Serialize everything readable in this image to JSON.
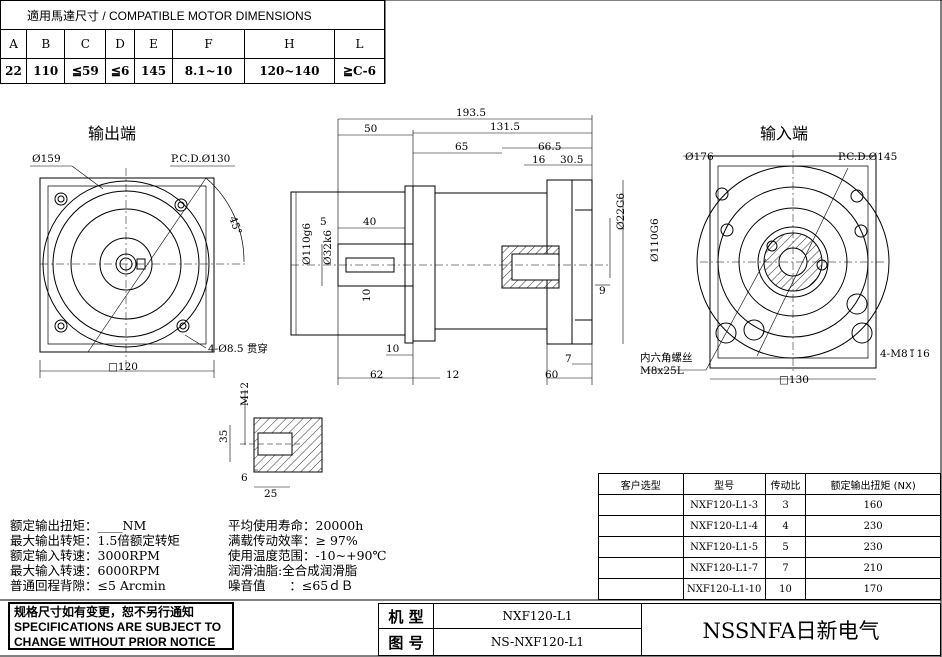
{
  "motor_table": {
    "title": "適用馬達尺寸 / COMPATIBLE MOTOR DIMENSIONS",
    "headers": [
      "A",
      "B",
      "C",
      "D",
      "E",
      "F",
      "H",
      "L"
    ],
    "values": [
      "22",
      "110",
      "≦59",
      "≦6",
      "145",
      "8.1~10",
      "120~140",
      "≧C-6"
    ]
  },
  "views": {
    "output_label": "输出端",
    "input_label": "输入端",
    "output_dims": {
      "phi159": "Ø159",
      "pcd130": "P.C.D.Ø130",
      "angle": "45°",
      "holes": "4-Ø8.5 贯穿",
      "square": "□120"
    },
    "side_dims": {
      "d193_5": "193.5",
      "d131_5": "131.5",
      "d50": "50",
      "d65": "65",
      "d66_5": "66.5",
      "d16": "16",
      "d30_5": "30.5",
      "d5": "5",
      "d40": "40",
      "d10a": "10",
      "d10b": "10",
      "d62": "62",
      "d12": "12",
      "d60": "60",
      "d7": "7",
      "d9": "9",
      "phi110": "Ø110g6",
      "phi32": "Ø32k6",
      "phi22": "Ø22G6",
      "phi110b": "Ø110G6"
    },
    "input_dims": {
      "phi176": "Ø176",
      "pcd145": "P.C.D.Ø145",
      "bolt": "内六角螺丝",
      "bolt_size": "M8x25L",
      "tap": "4-M8↧16",
      "square": "□130"
    },
    "key_dims": {
      "m12": "M12",
      "d35": "35",
      "d6": "6",
      "d25": "25"
    }
  },
  "ratio_table": {
    "headers": [
      "客户选型",
      "型号",
      "传动比",
      "额定输出扭矩 (NX)"
    ],
    "rows": [
      [
        "",
        "NXF120-L1-3",
        "3",
        "160"
      ],
      [
        "",
        "NXF120-L1-4",
        "4",
        "230"
      ],
      [
        "",
        "NXF120-L1-5",
        "5",
        "230"
      ],
      [
        "",
        "NXF120-L1-7",
        "7",
        "210"
      ],
      [
        "",
        "NXF120-L1-10",
        "10",
        "170"
      ]
    ]
  },
  "specs_left": [
    "额定输出扭矩：____NM",
    "最大输出转矩：1.5倍额定转矩",
    "额定输入转速：3000RPM",
    "最大输入转速：6000RPM",
    "普通回程背隙：≤5 Arcmin"
  ],
  "specs_right": [
    "平均使用寿命：20000h",
    "满载传动效率：≥ 97%",
    "使用温度范围：-10~+90℃",
    "润滑油脂:全合成润滑脂",
    "噪音值      ：≤65ｄＢ"
  ],
  "notice": [
    "规格尺寸如有变更，恕不另行通知",
    "SPECIFICATIONS ARE SUBJECT TO",
    "CHANGE WITHOUT PRIOR NOTICE"
  ],
  "title_block": {
    "label_model": "机 型",
    "value_model": "NXF120-L1",
    "label_drawing": "图 号",
    "value_drawing": "NS-NXF120-L1",
    "company": "NSSNFA日新电气"
  }
}
